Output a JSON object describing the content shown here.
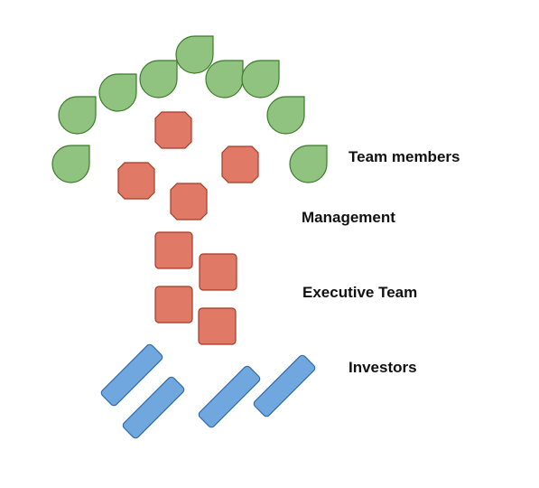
{
  "colors": {
    "leaf_fill": "#90c37f",
    "leaf_stroke": "#3b7a2a",
    "management_fill": "#e07a66",
    "management_stroke": "#a33a28",
    "executive_fill": "#e07a66",
    "executive_stroke": "#a33a28",
    "investor_fill": "#6fa7de",
    "investor_stroke": "#2f6aa8"
  },
  "layers": [
    {
      "key": "team",
      "label": "Team members",
      "shape": "leaf"
    },
    {
      "key": "management",
      "label": "Management",
      "shape": "octagon"
    },
    {
      "key": "executive",
      "label": "Executive Team",
      "shape": "rounded-square"
    },
    {
      "key": "investors",
      "label": "Investors",
      "shape": "capsule-bar"
    }
  ]
}
